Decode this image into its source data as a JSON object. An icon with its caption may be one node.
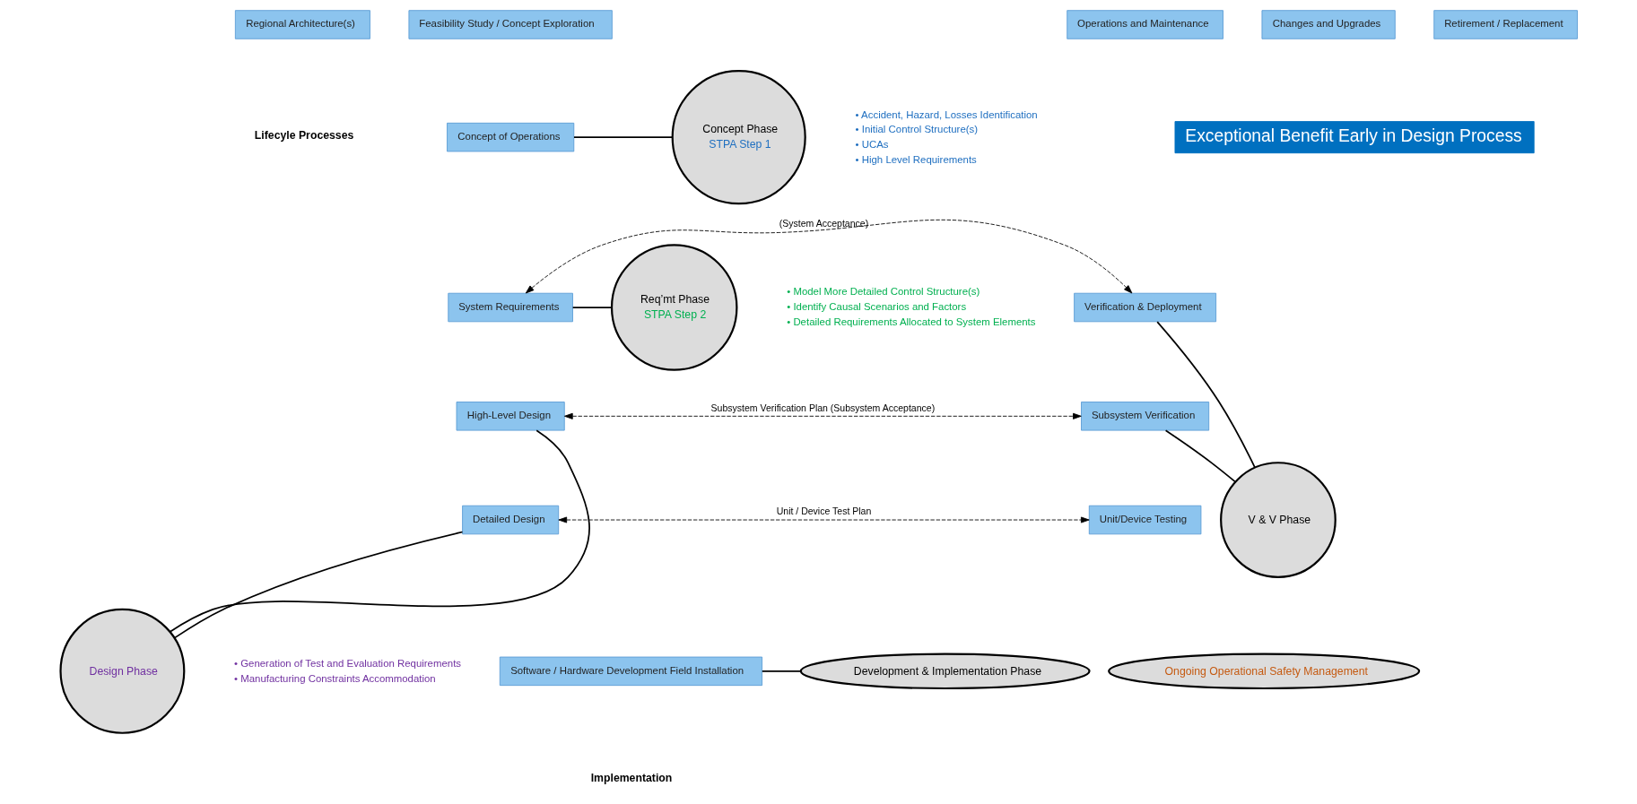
{
  "diagram": {
    "nodes": [
      {
        "text": [
          "Regional Architecture(s)"
        ]
      },
      {
        "text": [
          "Feasibility Study / Concept Exploration"
        ]
      },
      {
        "text": [
          "Concept of Operations"
        ]
      },
      {
        "text": [
          "System Requirements"
        ]
      },
      {
        "text": [
          "High-Level Design"
        ]
      },
      {
        "text": [
          "Detailed Design"
        ]
      },
      {
        "text": [
          "Software / Hardware Development Field Installation"
        ]
      },
      {
        "text": [
          "Unit/Device Testing"
        ]
      },
      {
        "text": [
          "Subsystem Verification"
        ]
      },
      {
        "text": [
          "Verification & Deployment"
        ]
      },
      {
        "text": [
          "Operations and Maintenance"
        ]
      },
      {
        "text": [
          "Changes and Upgrades"
        ]
      },
      {
        "text": [
          "Retirement / Replacement"
        ]
      },
      {
        "text": [
          "Concept Phase",
          "STPA Step 1"
        ],
        "beside": [
          "• Accident, Hazard, Losses Identification",
          "• Initial Control Structure(s)",
          "• UCAs",
          "• High Level Requirements"
        ]
      },
      {
        "text": [
          "Req’mt Phase",
          "STPA Step 2"
        ],
        "beside": [
          "• Model More Detailed Control Structure(s)",
          "• Identify Causal Scenarios and Factors",
          "• Detailed Requirements Allocated to System Elements"
        ]
      },
      {
        "text": [
          "Design Phase"
        ],
        "beside": [
          "• Generation of Test and Evaluation Requirements",
          "• Manufacturing Constraints Accommodation"
        ]
      },
      {
        "text": [
          "V & V Phase"
        ]
      },
      {
        "text": [
          "Development & Implementation Phase"
        ]
      },
      {
        "text": [
          "Ongoing Operational Safety Management"
        ]
      },
      {
        "text": [
          "Exceptional Benefit Early in Design Process"
        ]
      }
    ],
    "edges": [
      {
        "from": 13,
        "to": 2,
        "arrow": "none"
      },
      {
        "from": 14,
        "to": 3,
        "arrow": "none"
      },
      {
        "from": 15,
        "to": 4,
        "arrow": "none"
      },
      {
        "from": 15,
        "to": 5,
        "arrow": "none"
      },
      {
        "from": 16,
        "to": 9,
        "arrow": "none"
      },
      {
        "from": 16,
        "to": 8,
        "arrow": "none"
      },
      {
        "from": 17,
        "to": 6,
        "arrow": "none"
      },
      {
        "from": 3,
        "to": 9,
        "arrow": "both",
        "style": "dashed",
        "label": "(System Acceptance)"
      },
      {
        "from": 4,
        "to": 8,
        "arrow": "both",
        "style": "dashed",
        "label": "Subsystem Verification Plan (Subsystem Acceptance)"
      },
      {
        "from": 5,
        "to": 7,
        "arrow": "both",
        "style": "dashed",
        "label": "Unit / Device Test Plan"
      }
    ],
    "labels": [
      "Lifecyle Processes",
      "Implementation"
    ]
  }
}
